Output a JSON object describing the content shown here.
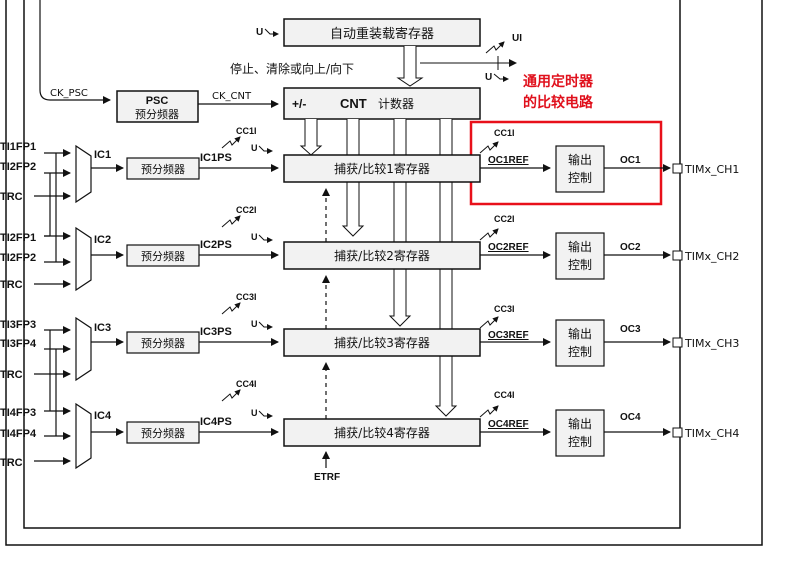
{
  "colors": {
    "highlight": "#e8101a",
    "block_fill": "#f2f2f2",
    "line": "#111111"
  },
  "autoreload": "自动重装载寄存器",
  "u": "U",
  "ui": "UI",
  "stop_note": "停止、清除或向上/向下",
  "callout": [
    "通用定时器",
    "的比较电路"
  ],
  "ck_psc": "CK_PSC",
  "ck_cnt": "CK_CNT",
  "psc": {
    "title": "PSC",
    "sub": "预分频器"
  },
  "cnt": {
    "pm": "+/-",
    "name": "CNT",
    "sub": "计数器"
  },
  "prescaler": "预分频器",
  "output_ctrl": [
    "输出",
    "控制"
  ],
  "etrf": "ETRF",
  "channels": [
    {
      "in_a": "TI1FP1",
      "in_b": "TI2FP2",
      "trc": "TRC",
      "ic": "IC1",
      "icps": "IC1PS",
      "cci": "CC1I",
      "ccr": "捕获/比较1寄存器",
      "ocref": "OC1REF",
      "oc": "OC1",
      "pin": "TIMx_CH1"
    },
    {
      "in_a": "TI2FP1",
      "in_b": "TI2FP2",
      "trc": "TRC",
      "ic": "IC2",
      "icps": "IC2PS",
      "cci": "CC2I",
      "ccr": "捕获/比较2寄存器",
      "ocref": "OC2REF",
      "oc": "OC2",
      "pin": "TIMx_CH2"
    },
    {
      "in_a": "TI3FP3",
      "in_b": "TI3FP4",
      "trc": "TRC",
      "ic": "IC3",
      "icps": "IC3PS",
      "cci": "CC3I",
      "ccr": "捕获/比较3寄存器",
      "ocref": "OC3REF",
      "oc": "OC3",
      "pin": "TIMx_CH3"
    },
    {
      "in_a": "TI4FP3",
      "in_b": "TI4FP4",
      "trc": "TRC",
      "ic": "IC4",
      "icps": "IC4PS",
      "cci": "CC4I",
      "ccr": "捕获/比较4寄存器",
      "ocref": "OC4REF",
      "oc": "OC4",
      "pin": "TIMx_CH4"
    }
  ]
}
